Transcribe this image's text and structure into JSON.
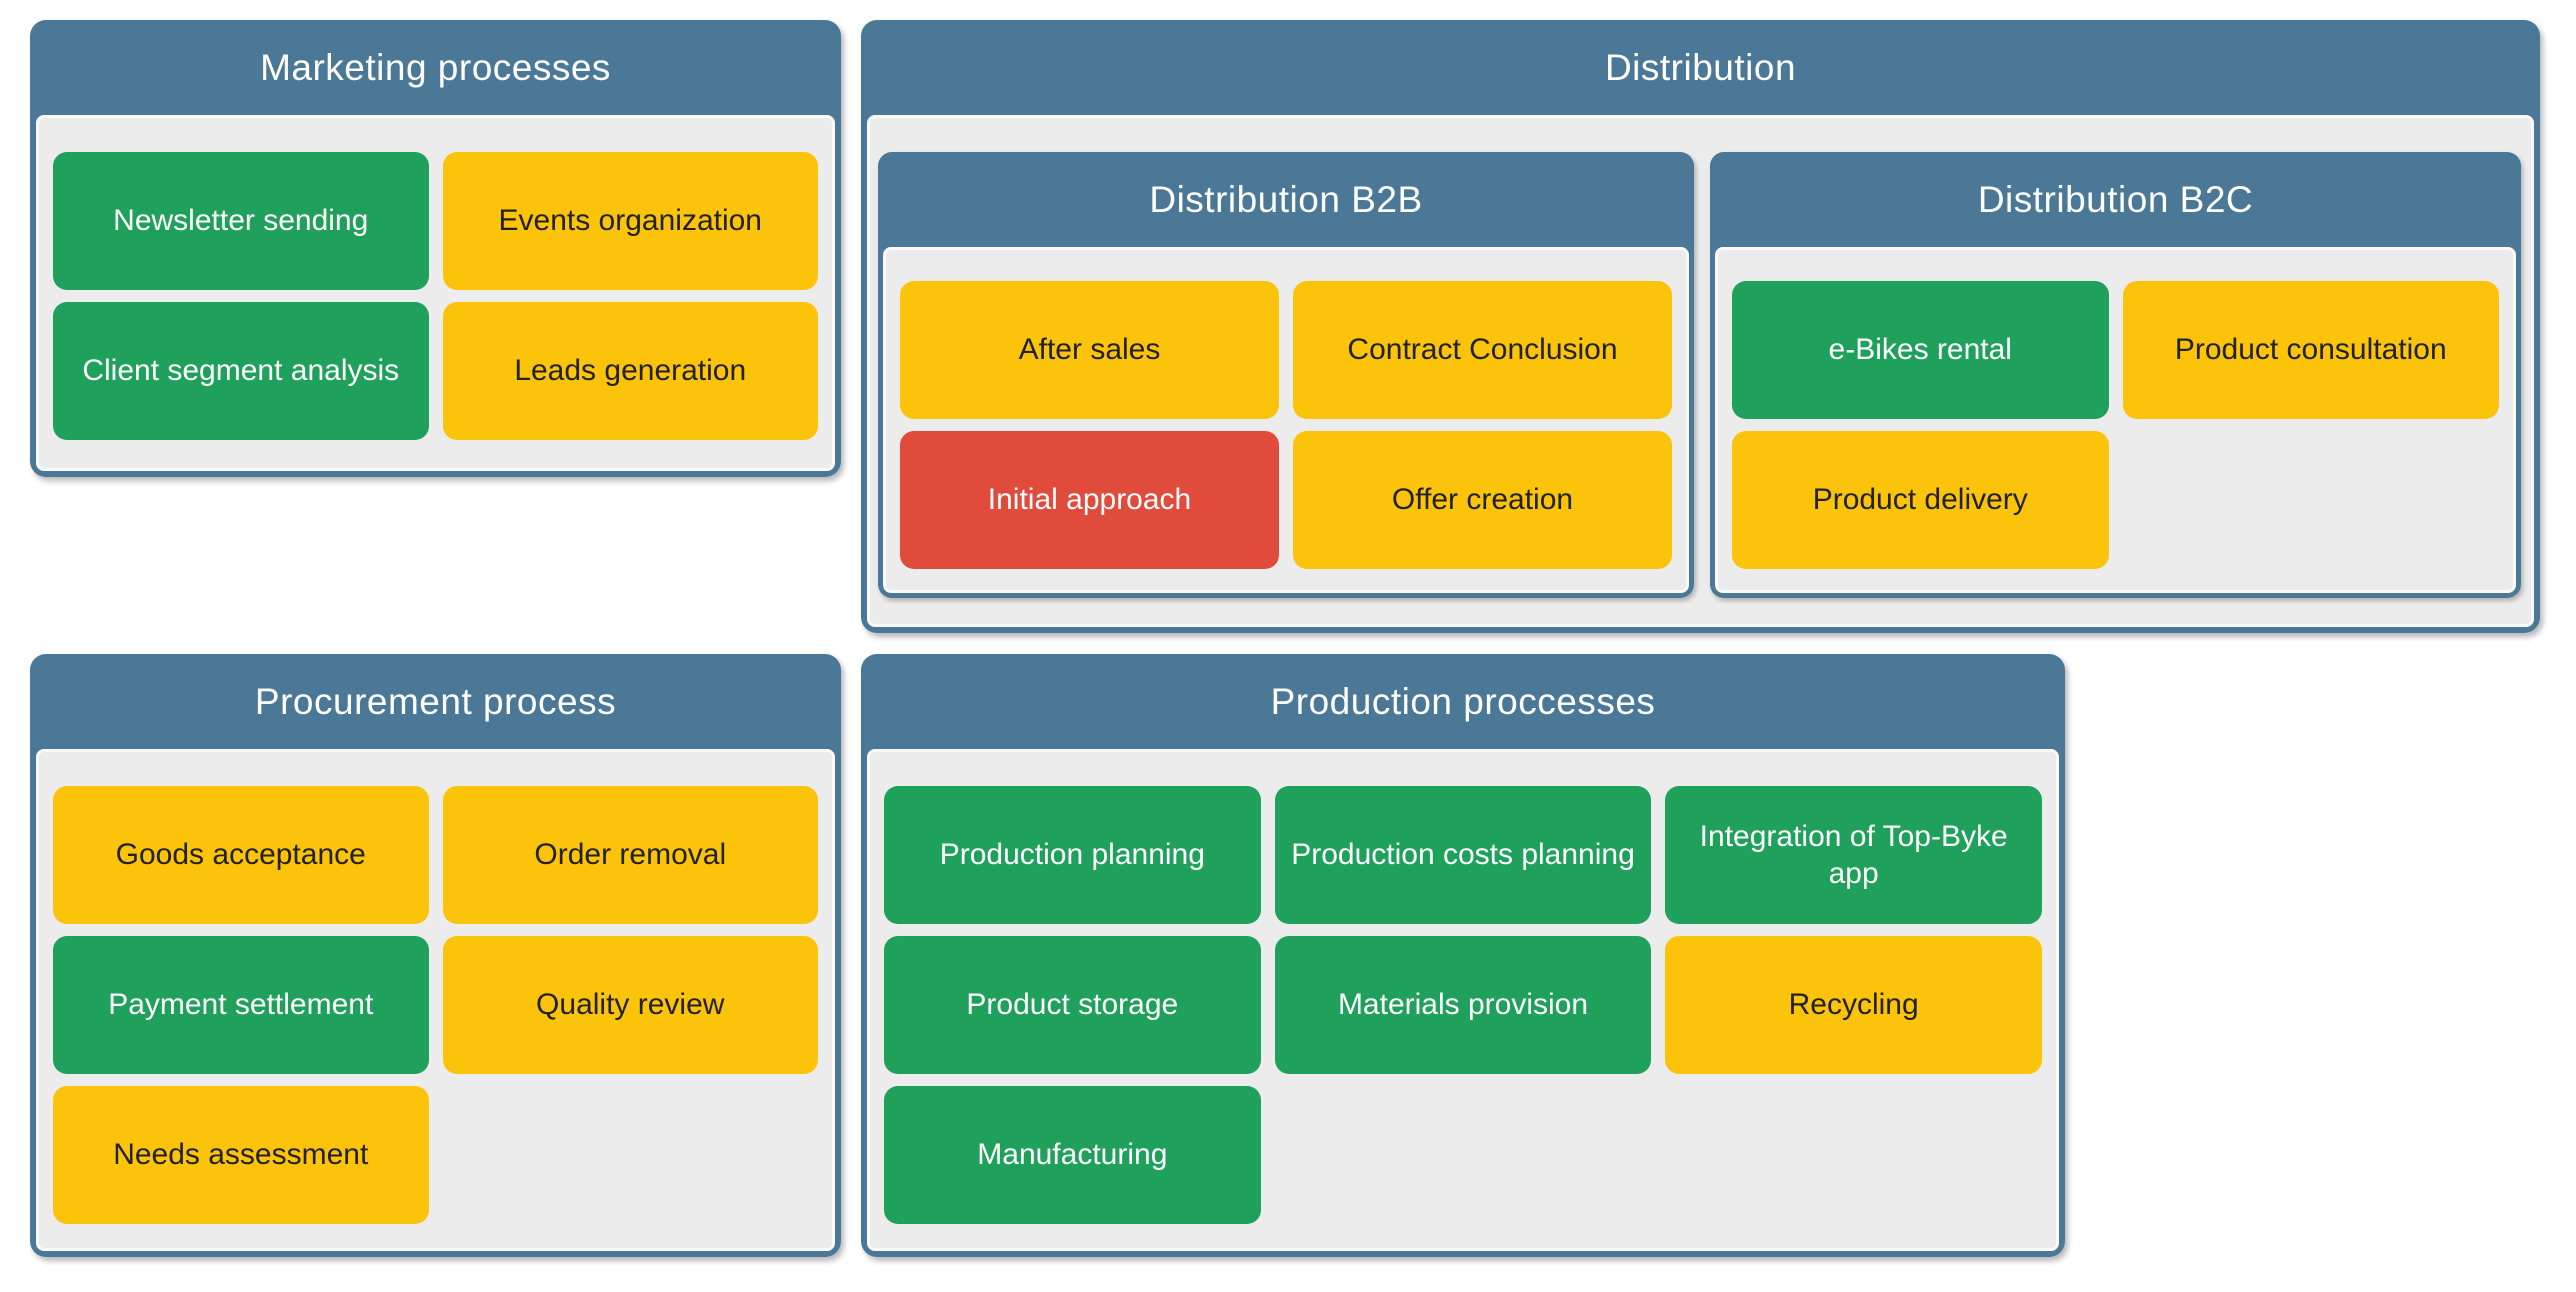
{
  "colors": {
    "header_blue": "#4a7896",
    "body_gray": "#ececec",
    "body_border": "#fafafa",
    "green": "#1fa15c",
    "yellow": "#fcc30b",
    "red": "#e04b3c",
    "dark_text": "#222222",
    "light_text": "#ffffff"
  },
  "panels": {
    "marketing": {
      "title": "Marketing processes",
      "boxes": [
        {
          "label": "Newsletter sending",
          "color": "green"
        },
        {
          "label": "Events organization",
          "color": "yellow"
        },
        {
          "label": "Client segment analysis",
          "color": "green"
        },
        {
          "label": "Leads generation",
          "color": "yellow"
        }
      ]
    },
    "distribution": {
      "title": "Distribution",
      "subpanels": [
        {
          "title": "Distribution B2B",
          "boxes": [
            {
              "label": "After sales",
              "color": "yellow"
            },
            {
              "label": "Contract Conclusion",
              "color": "yellow"
            },
            {
              "label": "Initial approach",
              "color": "red"
            },
            {
              "label": "Offer creation",
              "color": "yellow"
            }
          ]
        },
        {
          "title": "Distribution B2C",
          "boxes": [
            {
              "label": "e-Bikes rental",
              "color": "green"
            },
            {
              "label": "Product consultation",
              "color": "yellow"
            },
            {
              "label": "Product delivery",
              "color": "yellow"
            }
          ]
        }
      ]
    },
    "procurement": {
      "title": "Procurement process",
      "boxes": [
        {
          "label": "Goods acceptance",
          "color": "yellow"
        },
        {
          "label": "Order removal",
          "color": "yellow"
        },
        {
          "label": "Payment settlement",
          "color": "green"
        },
        {
          "label": "Quality review",
          "color": "yellow"
        },
        {
          "label": "Needs assessment",
          "color": "yellow"
        }
      ]
    },
    "production": {
      "title": "Production proccesses",
      "boxes": [
        {
          "label": "Production planning",
          "color": "green"
        },
        {
          "label": "Production costs planning",
          "color": "green"
        },
        {
          "label": "Integration of Top-Byke app",
          "color": "green"
        },
        {
          "label": "Product storage",
          "color": "green"
        },
        {
          "label": "Materials provision",
          "color": "green"
        },
        {
          "label": "Recycling",
          "color": "yellow"
        },
        {
          "label": "Manufacturing",
          "color": "green"
        }
      ]
    }
  }
}
